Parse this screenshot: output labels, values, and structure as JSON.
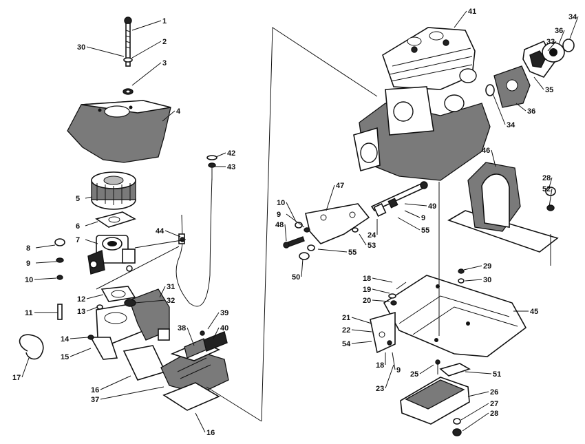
{
  "diagram": {
    "callouts": [
      {
        "id": "c1",
        "text": "1"
      },
      {
        "id": "c30a",
        "text": "30"
      },
      {
        "id": "c2",
        "text": "2"
      },
      {
        "id": "c3",
        "text": "3"
      },
      {
        "id": "c4",
        "text": "4"
      },
      {
        "id": "c5",
        "text": "5"
      },
      {
        "id": "c6",
        "text": "6"
      },
      {
        "id": "c7",
        "text": "7"
      },
      {
        "id": "c8",
        "text": "8"
      },
      {
        "id": "c9a",
        "text": "9"
      },
      {
        "id": "c10a",
        "text": "10"
      },
      {
        "id": "c11",
        "text": "11"
      },
      {
        "id": "c12",
        "text": "12"
      },
      {
        "id": "c13",
        "text": "13"
      },
      {
        "id": "c14",
        "text": "14"
      },
      {
        "id": "c15",
        "text": "15"
      },
      {
        "id": "c17",
        "text": "17"
      },
      {
        "id": "c16a",
        "text": "16"
      },
      {
        "id": "c37",
        "text": "37"
      },
      {
        "id": "c16b",
        "text": "16"
      },
      {
        "id": "c38",
        "text": "38"
      },
      {
        "id": "c39",
        "text": "39"
      },
      {
        "id": "c40",
        "text": "40"
      },
      {
        "id": "c31",
        "text": "31"
      },
      {
        "id": "c32",
        "text": "32"
      },
      {
        "id": "c44",
        "text": "44"
      },
      {
        "id": "c42",
        "text": "42"
      },
      {
        "id": "c43",
        "text": "43"
      },
      {
        "id": "c41",
        "text": "41"
      },
      {
        "id": "c34a",
        "text": "34"
      },
      {
        "id": "c36a",
        "text": "36"
      },
      {
        "id": "c33",
        "text": "33"
      },
      {
        "id": "c35",
        "text": "35"
      },
      {
        "id": "c36b",
        "text": "36"
      },
      {
        "id": "c34b",
        "text": "34"
      },
      {
        "id": "c46",
        "text": "46"
      },
      {
        "id": "c28a",
        "text": "28"
      },
      {
        "id": "c52",
        "text": "52"
      },
      {
        "id": "c47",
        "text": "47"
      },
      {
        "id": "c10b",
        "text": "10"
      },
      {
        "id": "c9b",
        "text": "9"
      },
      {
        "id": "c48",
        "text": "48"
      },
      {
        "id": "c49",
        "text": "49"
      },
      {
        "id": "c9c",
        "text": "9"
      },
      {
        "id": "c24",
        "text": "24"
      },
      {
        "id": "c55a",
        "text": "55"
      },
      {
        "id": "c53",
        "text": "53"
      },
      {
        "id": "c55b",
        "text": "55"
      },
      {
        "id": "c50",
        "text": "50"
      },
      {
        "id": "c18a",
        "text": "18"
      },
      {
        "id": "c19",
        "text": "19"
      },
      {
        "id": "c20",
        "text": "20"
      },
      {
        "id": "c29",
        "text": "29"
      },
      {
        "id": "c30b",
        "text": "30"
      },
      {
        "id": "c45",
        "text": "45"
      },
      {
        "id": "c21",
        "text": "21"
      },
      {
        "id": "c22",
        "text": "22"
      },
      {
        "id": "c54",
        "text": "54"
      },
      {
        "id": "c18b",
        "text": "18"
      },
      {
        "id": "c9d",
        "text": "9"
      },
      {
        "id": "c23",
        "text": "23"
      },
      {
        "id": "c25",
        "text": "25"
      },
      {
        "id": "c51",
        "text": "51"
      },
      {
        "id": "c26",
        "text": "26"
      },
      {
        "id": "c27",
        "text": "27"
      },
      {
        "id": "c28b",
        "text": "28"
      }
    ]
  }
}
